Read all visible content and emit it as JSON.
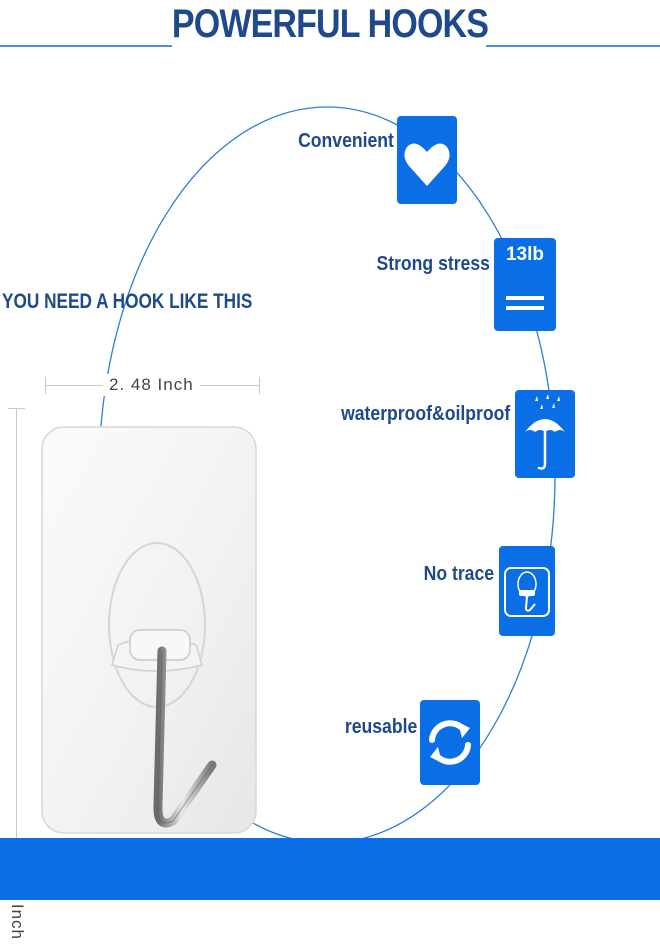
{
  "title": "POWERFUL HOOKS",
  "tagline": "YOU NEED A HOOK LIKE THIS",
  "dimensions": {
    "width": "2. 48 Inch",
    "height": "2. 48 Inch"
  },
  "features": [
    {
      "label": "Convenient",
      "icon": "heart-icon"
    },
    {
      "label": "Strong stress",
      "icon": "weight-13lb-icon",
      "badge": "13lb"
    },
    {
      "label": "waterproof&oilproof",
      "icon": "umbrella-rain-icon"
    },
    {
      "label": "No trace",
      "icon": "hook-outline-icon"
    },
    {
      "label": "reusable",
      "icon": "recycle-arrows-icon"
    }
  ],
  "colors": {
    "title": "#1e4a8c",
    "accent": "#0a6ee6",
    "circle": "#2f7fd6"
  }
}
